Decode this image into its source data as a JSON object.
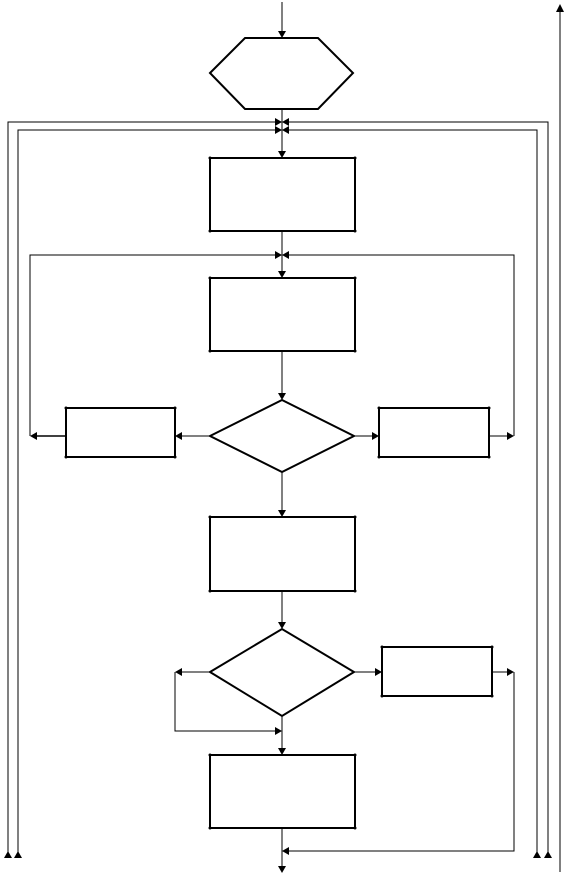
{
  "diagram": {
    "type": "flowchart",
    "nodes": [
      {
        "id": "start",
        "shape": "hexagon",
        "label": ""
      },
      {
        "id": "process-1",
        "shape": "rectangle",
        "label": ""
      },
      {
        "id": "process-2",
        "shape": "rectangle",
        "label": ""
      },
      {
        "id": "decision-1",
        "shape": "diamond",
        "label": ""
      },
      {
        "id": "side-left",
        "shape": "rectangle",
        "label": ""
      },
      {
        "id": "side-right",
        "shape": "rectangle",
        "label": ""
      },
      {
        "id": "process-3",
        "shape": "rectangle",
        "label": ""
      },
      {
        "id": "decision-2",
        "shape": "diamond",
        "label": ""
      },
      {
        "id": "side-right-2",
        "shape": "rectangle",
        "label": ""
      },
      {
        "id": "process-4",
        "shape": "rectangle",
        "label": ""
      }
    ],
    "colors": {
      "stroke": "#000000",
      "background": "#ffffff"
    }
  }
}
